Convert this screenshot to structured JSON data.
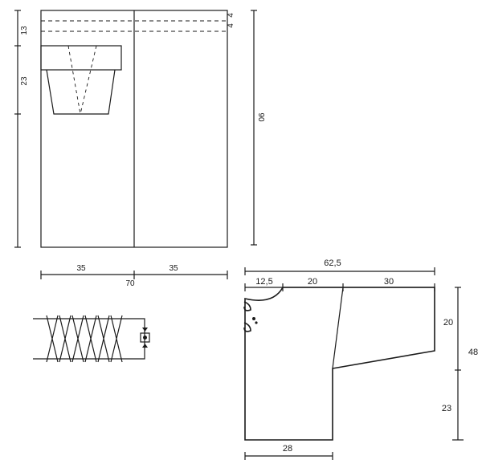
{
  "skirt": {
    "dimensions": {
      "left_top": "13",
      "left_mid": "23",
      "right_height": "90",
      "waist_band_a": "4",
      "waist_band_b": "4",
      "bottom_left_half": "35",
      "bottom_right_half": "35",
      "bottom_total": "70"
    }
  },
  "jacket": {
    "dimensions": {
      "top_total": "62,5",
      "neck": "12,5",
      "shoulder": "20",
      "sleeve": "30",
      "sleeve_depth": "20",
      "right_total": "48",
      "right_lower": "23",
      "bottom_width": "28"
    }
  },
  "lacing_detail": {
    "icon": "button-icon"
  }
}
